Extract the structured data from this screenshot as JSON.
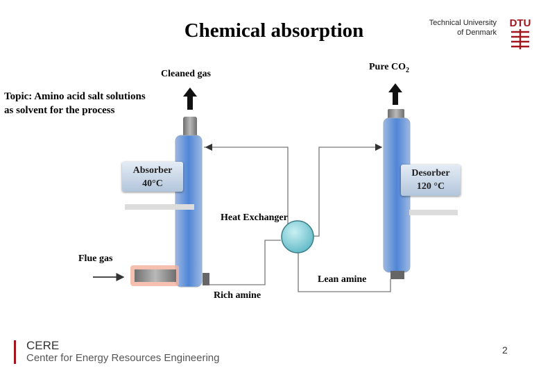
{
  "header": {
    "title": "Chemical absorption",
    "topic_line1": "Topic: Amino acid salt solutions",
    "topic_line2": "as solvent for the process",
    "dtu_line1": "Technical University",
    "dtu_line2": "of Denmark",
    "dtu_mark": "DTU"
  },
  "diagram": {
    "cleaned_gas": "Cleaned gas",
    "pure_co2": "Pure CO",
    "pure_co2_sub": "2",
    "absorber_line1": "Absorber",
    "absorber_line2": "40°C",
    "desorber_line1": "Desorber",
    "desorber_line2": "120 °C",
    "heat_exchanger": "Heat Exchanger",
    "flue_gas": "Flue gas",
    "rich_amine": "Rich amine",
    "lean_amine": "Lean amine"
  },
  "footer": {
    "org_short": "CERE",
    "org_full": "Center for Energy Resources Engineering",
    "page_number": "2"
  },
  "colors": {
    "column_blue": "#4f86d6",
    "heat_exchanger": "#8fd3dc",
    "flue_glow": "#f0826a",
    "dtu_red": "#a3151c"
  }
}
